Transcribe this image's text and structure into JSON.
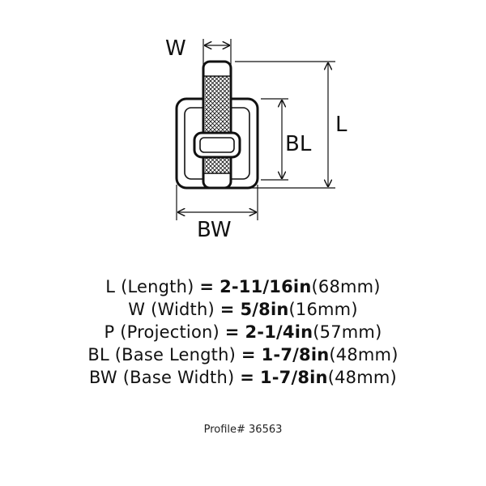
{
  "diagram": {
    "labels": {
      "width": "W",
      "length": "L",
      "base_length": "BL",
      "base_width": "BW"
    },
    "colors": {
      "outline": "#111111",
      "fill": "#ffffff"
    }
  },
  "specs": [
    {
      "code": "L",
      "name": "(Length)",
      "eq": "=",
      "value": "2-11/16in",
      "metric": "(68mm)"
    },
    {
      "code": "W",
      "name": "(Width)",
      "eq": "=",
      "value": "5/8in",
      "metric": "(16mm)"
    },
    {
      "code": "P",
      "name": "(Projection)",
      "eq": "=",
      "value": "2-1/4in",
      "metric": "(57mm)"
    },
    {
      "code": "BL",
      "name": "(Base Length)",
      "eq": "=",
      "value": "1-7/8in",
      "metric": "(48mm)"
    },
    {
      "code": "BW",
      "name": "(Base Width)",
      "eq": "=",
      "value": "1-7/8in",
      "metric": "(48mm)"
    }
  ],
  "profile": "Profile# 36563"
}
